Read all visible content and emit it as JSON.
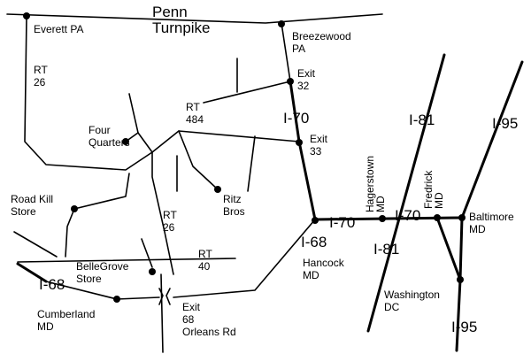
{
  "labels": {
    "penn": "Penn",
    "turnpike": "Turnpike",
    "everett": "Everett PA",
    "breezewood": "Breezewood\nPA",
    "exit32": "Exit\n32",
    "i70_top": "I-70",
    "exit33": "Exit\n33",
    "rt26_top": "RT\n26",
    "rt484": "RT\n484",
    "four_quarters": "Four\nQuarters",
    "ritz_bros": "Ritz\nBros",
    "road_kill": "Road Kill\nStore",
    "rt26_mid": "RT\n26",
    "rt40": "RT\n40",
    "i68_right": "I-68",
    "hancock": "Hancock\nMD",
    "i70_mid": "I-70",
    "i70_right": "I-70",
    "hagerstown": "Hagerstown\nMD",
    "i81_top": "I-81",
    "i81_bottom": "I-81",
    "fredrick": "Fredrick\nMD",
    "i95_top": "I-95",
    "baltimore": "Baltimore\nMD",
    "washington": "Washington\nDC",
    "i95_bottom": "I-95",
    "bellegrove": "BelleGrove\nStore",
    "i68_left": "I-68",
    "cumberland": "Cumberland\nMD",
    "exit68": "Exit\n68\nOrleans Rd"
  }
}
